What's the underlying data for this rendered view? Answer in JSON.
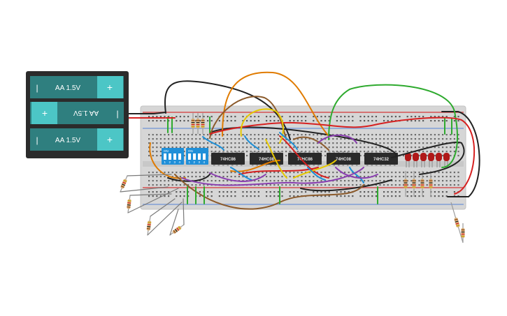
{
  "canvas": {
    "background": "#ffffff"
  },
  "battery_pack": {
    "cells": [
      {
        "label": "AA 1.5V",
        "minus": "|",
        "plus": "+",
        "flipped": false
      },
      {
        "label": "AA 1.5V",
        "minus": "|",
        "plus": "+",
        "flipped": true
      },
      {
        "label": "AA 1.5V",
        "minus": "|",
        "plus": "+",
        "flipped": false
      }
    ],
    "colors": {
      "case": "#2b2b2b",
      "cell": "#2f7f7f",
      "cap": "#4cc6c6"
    }
  },
  "breadboard": {
    "color": "#d4d4d4"
  },
  "dip_switches": [
    {
      "on_label": "ON",
      "numbers": [
        "1",
        "2",
        "3",
        "4"
      ]
    },
    {
      "on_label": "ON",
      "numbers": [
        "1",
        "2",
        "3",
        "4"
      ]
    }
  ],
  "chips": [
    {
      "label": "74HC86"
    },
    {
      "label": "74HC08"
    },
    {
      "label": "74HC86"
    },
    {
      "label": "74HC08"
    },
    {
      "label": "74HC32"
    }
  ],
  "leds": {
    "count": 6,
    "color": "#b01818"
  },
  "wire_colors": [
    "#222222",
    "#e07b00",
    "#8b5a2b",
    "#2eaa2e",
    "#d62020",
    "#e6c800",
    "#1e8fd6",
    "#8a3fb0",
    "#7a7a7a"
  ]
}
